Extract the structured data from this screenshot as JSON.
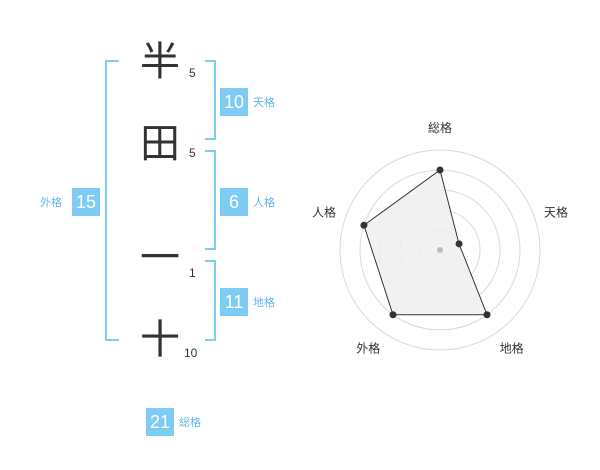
{
  "name": {
    "chars": [
      {
        "char": "半",
        "strokes": "5"
      },
      {
        "char": "田",
        "strokes": "5"
      },
      {
        "char": "一",
        "strokes": "1"
      },
      {
        "char": "十",
        "strokes": "10"
      }
    ]
  },
  "fortunes": {
    "tenkaku": {
      "label": "天格",
      "value": "10"
    },
    "jinkaku": {
      "label": "人格",
      "value": "6"
    },
    "chikaku": {
      "label": "地格",
      "value": "11"
    },
    "gaikaku": {
      "label": "外格",
      "value": "15"
    },
    "soukaku": {
      "label": "総格",
      "value": "21"
    }
  },
  "chart_data": {
    "type": "radar",
    "axes": [
      "総格",
      "天格",
      "地格",
      "外格",
      "人格"
    ],
    "values": [
      4,
      1,
      4,
      4,
      4
    ],
    "rmax": 5,
    "rings": 5,
    "colors": {
      "ring": "#d9d9d9",
      "fill": "#eeeeee",
      "line": "#333333",
      "center": "#bbbbbb"
    }
  }
}
